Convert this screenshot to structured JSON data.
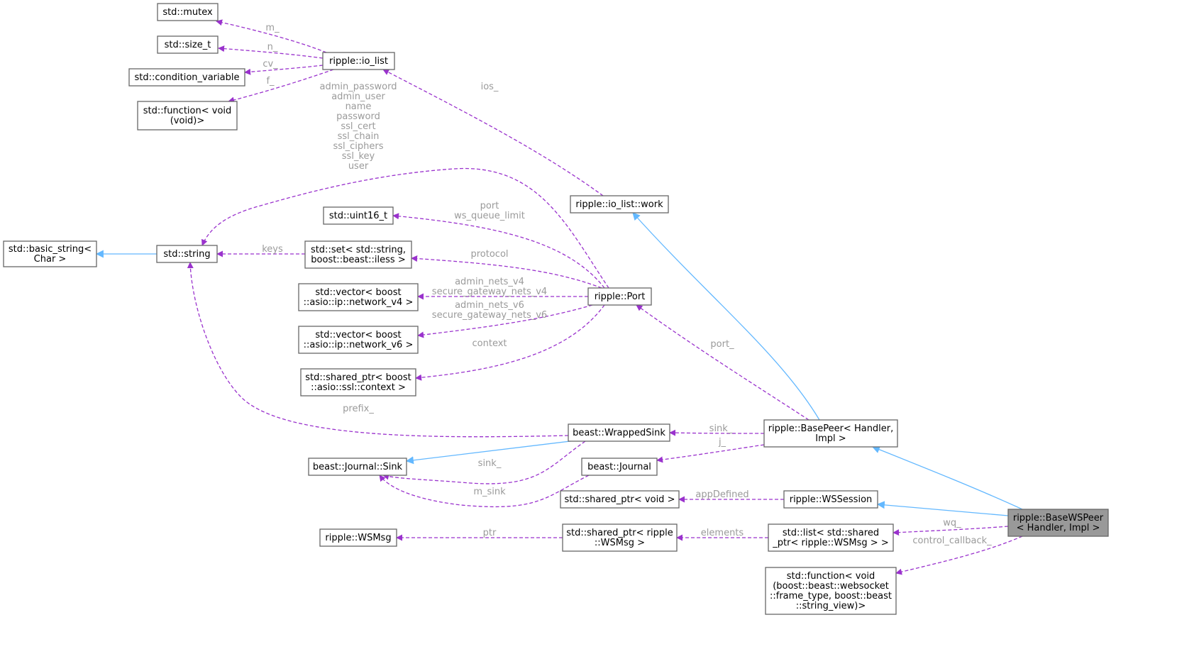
{
  "colors": {
    "usage_edge": "#9a32cd",
    "inherit_edge": "#63b8ff",
    "node_border": "#666666",
    "highlight_fill": "#999999",
    "label_text": "#9a9a9a"
  },
  "nodes": [
    {
      "id": "std_mutex",
      "lines": [
        "std::mutex"
      ]
    },
    {
      "id": "std_size_t",
      "lines": [
        "std::size_t"
      ]
    },
    {
      "id": "std_condvar",
      "lines": [
        "std::condition_variable"
      ]
    },
    {
      "id": "std_function_void",
      "lines": [
        "std::function< void",
        "(void)>"
      ]
    },
    {
      "id": "io_list",
      "lines": [
        "ripple::io_list"
      ]
    },
    {
      "id": "basic_string",
      "lines": [
        "std::basic_string<",
        "Char >"
      ]
    },
    {
      "id": "std_string",
      "lines": [
        "std::string"
      ]
    },
    {
      "id": "std_uint16",
      "lines": [
        "std::uint16_t"
      ]
    },
    {
      "id": "std_set",
      "lines": [
        "std::set< std::string,",
        "boost::beast::iless >"
      ]
    },
    {
      "id": "vec_v4",
      "lines": [
        "std::vector< boost",
        "::asio::ip::network_v4 >"
      ]
    },
    {
      "id": "vec_v6",
      "lines": [
        "std::vector< boost",
        "::asio::ip::network_v6 >"
      ]
    },
    {
      "id": "ssl_ctx",
      "lines": [
        "std::shared_ptr< boost",
        "::asio::ssl::context >"
      ]
    },
    {
      "id": "io_list_work",
      "lines": [
        "ripple::io_list::work"
      ]
    },
    {
      "id": "port",
      "lines": [
        "ripple::Port"
      ]
    },
    {
      "id": "wrapped_sink",
      "lines": [
        "beast::WrappedSink"
      ]
    },
    {
      "id": "journal_sink",
      "lines": [
        "beast::Journal::Sink"
      ]
    },
    {
      "id": "journal",
      "lines": [
        "beast::Journal"
      ]
    },
    {
      "id": "base_peer",
      "lines": [
        "ripple::BasePeer< Handler,",
        "Impl >"
      ]
    },
    {
      "id": "sp_void",
      "lines": [
        "std::shared_ptr< void >"
      ]
    },
    {
      "id": "ws_session",
      "lines": [
        "ripple::WSSession"
      ]
    },
    {
      "id": "ws_msg",
      "lines": [
        "ripple::WSMsg"
      ]
    },
    {
      "id": "sp_wsmsg",
      "lines": [
        "std::shared_ptr< ripple",
        "::WSMsg >"
      ]
    },
    {
      "id": "list_sp",
      "lines": [
        "std::list< std::shared",
        "_ptr< ripple::WSMsg > >"
      ]
    },
    {
      "id": "fn_ws",
      "lines": [
        "std::function< void",
        "(boost::beast::websocket",
        "::frame_type, boost::beast",
        "::string_view)>"
      ]
    },
    {
      "id": "base_ws_peer",
      "lines": [
        "ripple::BaseWSPeer",
        "< Handler, Impl >"
      ],
      "highlight": true
    }
  ],
  "edges": [
    {
      "from": "io_list",
      "to": "std_mutex",
      "kind": "usage",
      "label": [
        "m_"
      ]
    },
    {
      "from": "io_list",
      "to": "std_size_t",
      "kind": "usage",
      "label": [
        "n_"
      ]
    },
    {
      "from": "io_list",
      "to": "std_condvar",
      "kind": "usage",
      "label": [
        "cv_"
      ]
    },
    {
      "from": "io_list",
      "to": "std_function_void",
      "kind": "usage",
      "label": [
        "f_"
      ]
    },
    {
      "from": "io_list_work",
      "to": "io_list",
      "kind": "usage",
      "label": [
        "ios_"
      ]
    },
    {
      "from": "std_string",
      "to": "basic_string",
      "kind": "inherit",
      "label": []
    },
    {
      "from": "port",
      "to": "std_string",
      "kind": "usage",
      "label": [
        "admin_password",
        "admin_user",
        "name",
        "password",
        "ssl_cert",
        "ssl_chain",
        "ssl_ciphers",
        "ssl_key",
        "user"
      ]
    },
    {
      "from": "port",
      "to": "std_uint16",
      "kind": "usage",
      "label": [
        "port",
        "ws_queue_limit"
      ]
    },
    {
      "from": "std_set",
      "to": "std_string",
      "kind": "usage",
      "label": [
        "keys"
      ]
    },
    {
      "from": "port",
      "to": "std_set",
      "kind": "usage",
      "label": [
        "protocol"
      ]
    },
    {
      "from": "port",
      "to": "vec_v4",
      "kind": "usage",
      "label": [
        "admin_nets_v4",
        "secure_gateway_nets_v4"
      ]
    },
    {
      "from": "port",
      "to": "vec_v6",
      "kind": "usage",
      "label": [
        "admin_nets_v6",
        "secure_gateway_nets_v6"
      ]
    },
    {
      "from": "port",
      "to": "ssl_ctx",
      "kind": "usage",
      "label": [
        "context"
      ]
    },
    {
      "from": "wrapped_sink",
      "to": "std_string",
      "kind": "usage",
      "label": [
        "prefix_"
      ]
    },
    {
      "from": "base_peer",
      "to": "io_list_work",
      "kind": "inherit",
      "label": []
    },
    {
      "from": "base_peer",
      "to": "port",
      "kind": "usage",
      "label": [
        "port_"
      ]
    },
    {
      "from": "wrapped_sink",
      "to": "journal_sink",
      "kind": "inherit",
      "label": []
    },
    {
      "from": "wrapped_sink",
      "to": "journal_sink",
      "kind": "usage",
      "label": [
        "sink_"
      ]
    },
    {
      "from": "journal",
      "to": "journal_sink",
      "kind": "usage",
      "label": [
        "m_sink"
      ]
    },
    {
      "from": "base_peer",
      "to": "wrapped_sink",
      "kind": "usage",
      "label": [
        "sink_"
      ]
    },
    {
      "from": "base_peer",
      "to": "journal",
      "kind": "usage",
      "label": [
        "j_"
      ]
    },
    {
      "from": "ws_session",
      "to": "sp_void",
      "kind": "usage",
      "label": [
        "appDefined"
      ]
    },
    {
      "from": "sp_wsmsg",
      "to": "ws_msg",
      "kind": "usage",
      "label": [
        "ptr"
      ]
    },
    {
      "from": "list_sp",
      "to": "sp_wsmsg",
      "kind": "usage",
      "label": [
        "elements"
      ]
    },
    {
      "from": "base_ws_peer",
      "to": "base_peer",
      "kind": "inherit",
      "label": []
    },
    {
      "from": "base_ws_peer",
      "to": "ws_session",
      "kind": "inherit",
      "label": []
    },
    {
      "from": "base_ws_peer",
      "to": "list_sp",
      "kind": "usage",
      "label": [
        "wq_"
      ]
    },
    {
      "from": "base_ws_peer",
      "to": "fn_ws",
      "kind": "usage",
      "label": [
        "control_callback_"
      ]
    }
  ]
}
